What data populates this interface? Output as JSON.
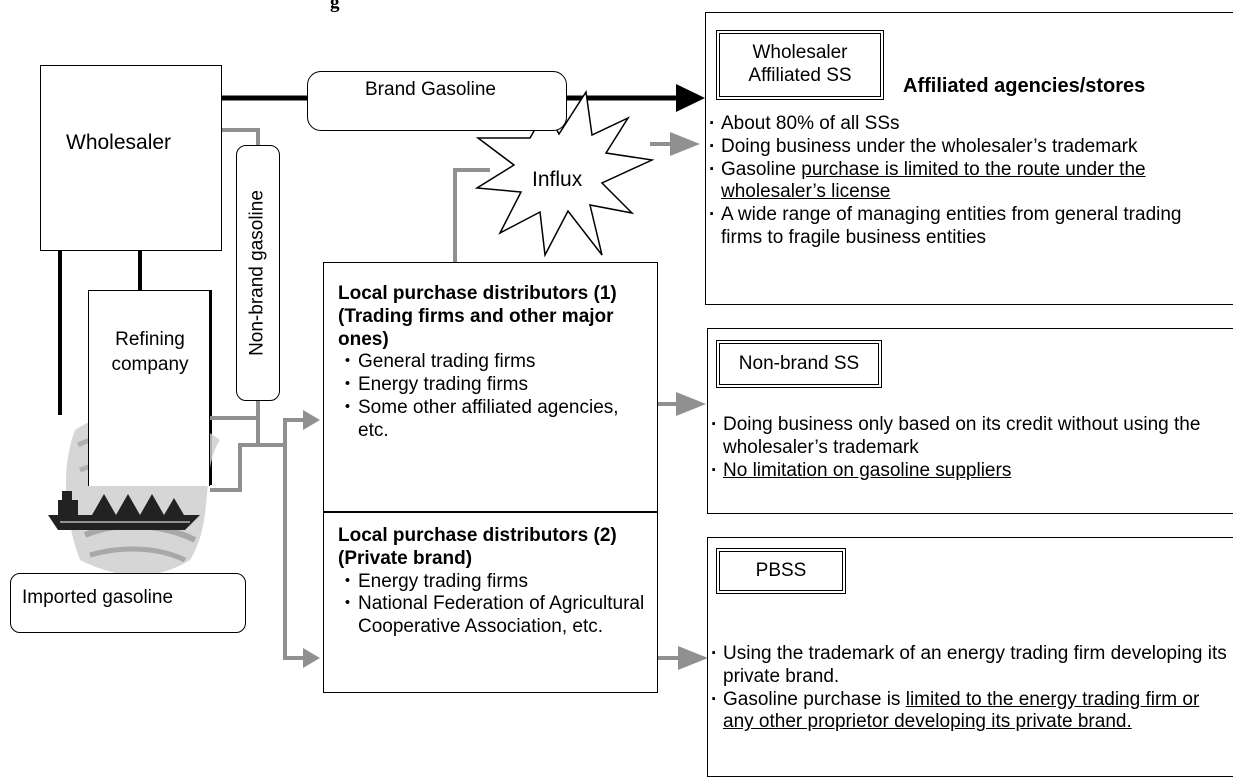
{
  "header_fragment": "g",
  "wholesaler": "Wholesaler",
  "refining_company": "Refining company",
  "imported_gasoline": "Imported gasoline",
  "brand_gasoline": "Brand Gasoline",
  "non_brand_gasoline": "Non-brand gasoline",
  "influx": "Influx",
  "distributor1": {
    "title": "Local purchase distributors (1) (Trading firms and other major ones)",
    "items": [
      "General trading firms",
      "Energy trading firms",
      "Some other affiliated agencies, etc."
    ]
  },
  "distributor2": {
    "title": "Local purchase distributors (2) (Private brand)",
    "items": [
      "Energy trading firms",
      "National Federation of Agricultural Cooperative Association, etc."
    ]
  },
  "affiliated": {
    "label": "Wholesaler Affiliated SS",
    "heading": "Affiliated agencies/stores",
    "b1": "About 80% of all SSs",
    "b2": "Doing business under the wholesaler’s trademark",
    "b3_pre": "Gasoline ",
    "b3_u": "purchase is limited to the route under the wholesaler’s license",
    "b4": "A wide range of managing entities from general trading firms to fragile business entities"
  },
  "nonbrand": {
    "label": "Non-brand SS",
    "b1": "Doing business only based on its credit without using the wholesaler’s trademark",
    "b2": "No limitation on gasoline suppliers"
  },
  "pbss": {
    "label": "PBSS",
    "b1": "Using the trademark of an energy trading firm developing its private brand.",
    "b2_pre": "Gasoline purchase is ",
    "b2_u": "limited to the energy trading firm or any other proprietor developing its private brand."
  }
}
